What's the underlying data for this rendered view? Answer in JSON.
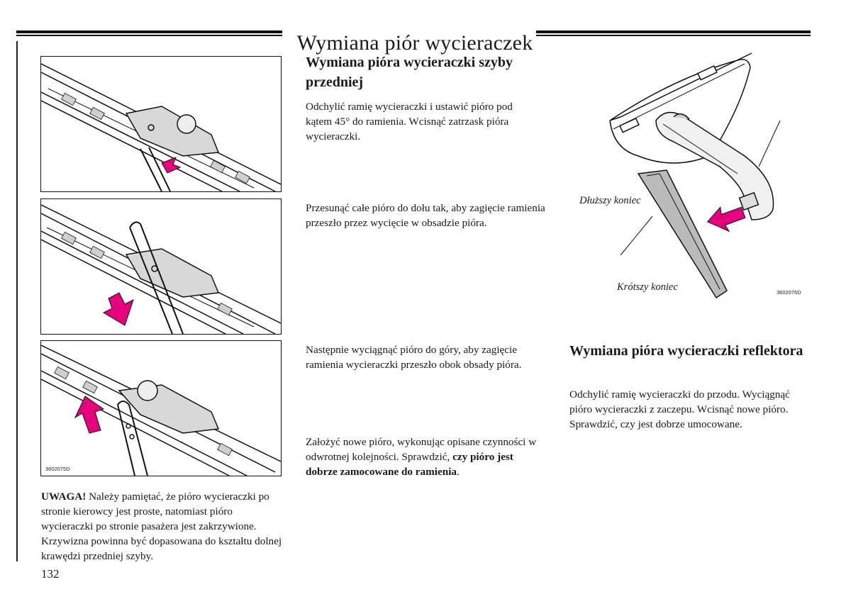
{
  "header": {
    "title": "Wymiana piór wycieraczek"
  },
  "figures": {
    "left_code": "3602075D",
    "right_code": "3602076D",
    "label_long": "Dłuższy koniec",
    "label_short": "Krótszy koniec",
    "accent_color": "#e6007e"
  },
  "section1": {
    "heading": "Wymiana pióra wycieraczki szyby przedniej",
    "steps": [
      "Odchylić ramię wycieraczki i ustawić pióro pod kątem 45° do ramienia. Wcisnąć zatrzask pióra wycieraczki.",
      "Przesunąć całe pióro do dołu tak, aby zagięcie ramienia przeszło przez wycięcie w obsadzie pióra.",
      "Następnie wyciągnąć pióro do góry, aby zagięcie ramienia wycieraczki przeszło obok obsady pióra."
    ],
    "step4_text": "Założyć nowe pióro, wykonując opisane czynności w odwrotnej kolejności. Sprawdzić,",
    "step4_bold": "czy pióro jest dobrze zamocowane do ramienia",
    "step4_end": "."
  },
  "note": {
    "label": "UWAGA!",
    "text": "Należy pamiętać, że pióro wycieraczki po stronie kierowcy jest proste, natomiast pióro wycieraczki po stronie pasażera jest zakrzywione. Krzywizna powinna być dopasowana do kształtu dolnej krawędzi przedniej szyby."
  },
  "section2": {
    "heading": "Wymiana pióra wycieraczki reflektora",
    "text": "Odchylić ramię wycieraczki do przodu. Wyciągnąć pióro wycieraczki z zaczepu. Wcisnąć nowe pióro. Sprawdzić, czy jest dobrze umocowane."
  },
  "footer": {
    "page_number": "132"
  }
}
